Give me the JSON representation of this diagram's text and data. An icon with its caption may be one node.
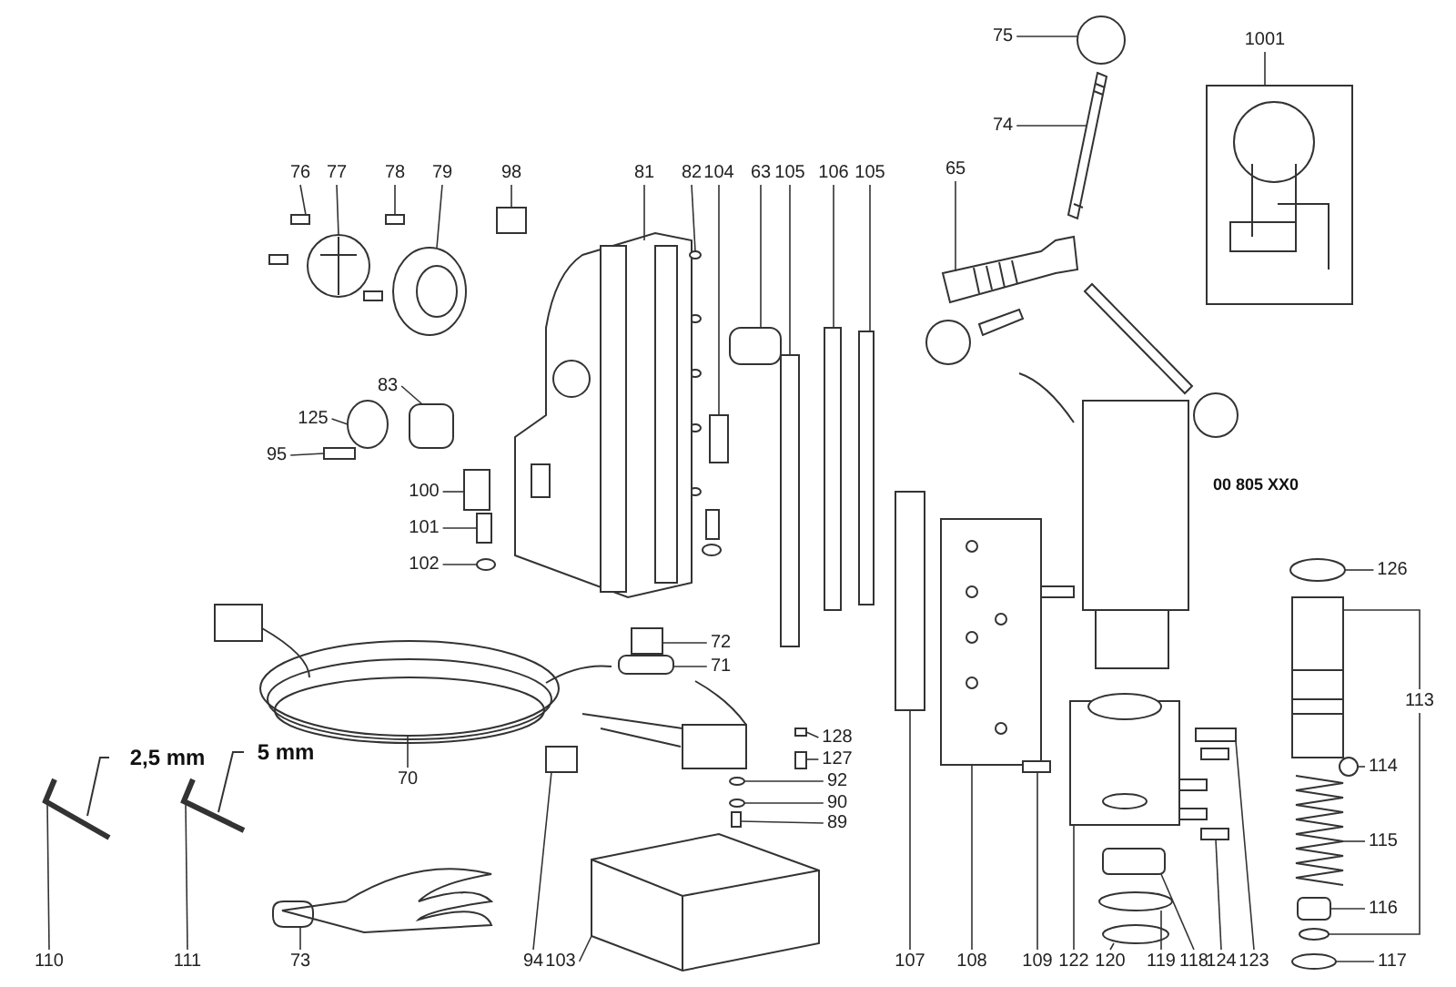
{
  "diagram": {
    "nodes": [
      {
        "text": [
          "76"
        ]
      },
      {
        "text": [
          "77"
        ]
      },
      {
        "text": [
          "78"
        ]
      },
      {
        "text": [
          "79"
        ]
      },
      {
        "text": [
          "98"
        ]
      },
      {
        "text": [
          "81"
        ]
      },
      {
        "text": [
          "82"
        ]
      },
      {
        "text": [
          "104"
        ]
      },
      {
        "text": [
          "63"
        ]
      },
      {
        "text": [
          "105"
        ]
      },
      {
        "text": [
          "106"
        ]
      },
      {
        "text": [
          "105"
        ]
      },
      {
        "text": [
          "75"
        ]
      },
      {
        "text": [
          "74"
        ]
      },
      {
        "text": [
          "65"
        ]
      },
      {
        "text": [
          "1001"
        ]
      },
      {
        "text": [
          "83"
        ]
      },
      {
        "text": [
          "125"
        ]
      },
      {
        "text": [
          "95"
        ]
      },
      {
        "text": [
          "100"
        ]
      },
      {
        "text": [
          "101"
        ]
      },
      {
        "text": [
          "102"
        ]
      },
      {
        "text": [
          "126"
        ]
      },
      {
        "text": [
          "113"
        ]
      },
      {
        "text": [
          "72"
        ]
      },
      {
        "text": [
          "71"
        ]
      },
      {
        "text": [
          "128"
        ]
      },
      {
        "text": [
          "127"
        ]
      },
      {
        "text": [
          "92"
        ]
      },
      {
        "text": [
          "90"
        ]
      },
      {
        "text": [
          "89"
        ]
      },
      {
        "text": [
          "114"
        ]
      },
      {
        "text": [
          "70"
        ]
      },
      {
        "text": [
          "115"
        ]
      },
      {
        "text": [
          "116"
        ]
      },
      {
        "text": [
          "117"
        ]
      },
      {
        "text": [
          "110"
        ]
      },
      {
        "text": [
          "111"
        ]
      },
      {
        "text": [
          "73"
        ]
      },
      {
        "text": [
          "94"
        ]
      },
      {
        "text": [
          "103"
        ]
      },
      {
        "text": [
          "107"
        ]
      },
      {
        "text": [
          "108"
        ]
      },
      {
        "text": [
          "109"
        ]
      },
      {
        "text": [
          "122"
        ]
      },
      {
        "text": [
          "120"
        ]
      },
      {
        "text": [
          "119"
        ]
      },
      {
        "text": [
          "118"
        ]
      },
      {
        "text": [
          "124"
        ]
      },
      {
        "text": [
          "123"
        ]
      },
      {
        "text": [],
        "shape": "box"
      },
      {
        "text": [],
        "shape": "picture"
      },
      {
        "text": [],
        "shape": "box"
      },
      {
        "text": [],
        "shape": "picture"
      },
      {
        "text": [],
        "shape": "box"
      },
      {
        "text": [],
        "shape": "picture"
      },
      {
        "text": [],
        "shape": "circle"
      },
      {
        "text": [],
        "shape": "box"
      },
      {
        "text": [],
        "shape": "box"
      },
      {
        "text": [],
        "shape": "box"
      },
      {
        "text": [],
        "shape": "box"
      },
      {
        "text": [],
        "shape": "box"
      },
      {
        "text": [],
        "shape": "circle"
      },
      {
        "text": [],
        "shape": "picture"
      },
      {
        "text": [],
        "shape": "picture"
      },
      {
        "text": [],
        "shape": "picture"
      },
      {
        "text": [],
        "shape": "box"
      },
      {
        "text": [],
        "shape": "circle"
      },
      {
        "text": [],
        "shape": "box"
      },
      {
        "text": [],
        "shape": "box"
      },
      {
        "text": [],
        "shape": "box"
      },
      {
        "text": [],
        "shape": "circle"
      },
      {
        "text": [],
        "shape": "circle"
      },
      {
        "text": [],
        "shape": "picture"
      },
      {
        "text": [],
        "shape": "box"
      },
      {
        "text": [],
        "shape": "box"
      },
      {
        "text": [],
        "shape": "box"
      },
      {
        "text": [],
        "shape": "box"
      },
      {
        "text": [],
        "shape": "circle"
      },
      {
        "text": [],
        "shape": "circle"
      },
      {
        "text": [],
        "shape": "box"
      },
      {
        "text": [],
        "shape": "circle"
      },
      {
        "text": [],
        "shape": "picture"
      },
      {
        "text": [],
        "shape": "picture"
      },
      {
        "text": [],
        "shape": "box"
      },
      {
        "text": [],
        "shape": "circle"
      },
      {
        "text": [],
        "shape": "picture"
      },
      {
        "text": [],
        "shape": "picture"
      },
      {
        "text": [],
        "shape": "picture"
      },
      {
        "text": [],
        "shape": "box"
      },
      {
        "text": [],
        "shape": "picture"
      },
      {
        "text": [],
        "shape": "box"
      },
      {
        "text": [],
        "shape": "picture"
      },
      {
        "text": [],
        "shape": "box"
      },
      {
        "text": [],
        "shape": "picture"
      },
      {
        "text": [],
        "shape": "circle"
      },
      {
        "text": [],
        "shape": "circle"
      },
      {
        "text": [],
        "shape": "box"
      },
      {
        "text": [],
        "shape": "box"
      },
      {
        "text": [],
        "shape": "box"
      },
      {
        "text": [],
        "shape": "circle"
      }
    ],
    "edges": [
      {
        "from": 0,
        "to": 50,
        "arrow": "none"
      },
      {
        "from": 1,
        "to": 51,
        "arrow": "none"
      },
      {
        "from": 2,
        "to": 52,
        "arrow": "none"
      },
      {
        "from": 3,
        "to": 53,
        "arrow": "none"
      },
      {
        "from": 4,
        "to": 54,
        "arrow": "none"
      },
      {
        "from": 5,
        "to": 55,
        "arrow": "none"
      },
      {
        "from": 6,
        "to": 56,
        "arrow": "none"
      },
      {
        "from": 7,
        "to": 57,
        "arrow": "none"
      },
      {
        "from": 8,
        "to": 58,
        "arrow": "none"
      },
      {
        "from": 9,
        "to": 59,
        "arrow": "none"
      },
      {
        "from": 10,
        "to": 60,
        "arrow": "none"
      },
      {
        "from": 11,
        "to": 61,
        "arrow": "none"
      },
      {
        "from": 12,
        "to": 62,
        "arrow": "none"
      },
      {
        "from": 13,
        "to": 63,
        "arrow": "none"
      },
      {
        "from": 14,
        "to": 64,
        "arrow": "none"
      },
      {
        "from": 15,
        "to": 65,
        "arrow": "none"
      },
      {
        "from": 16,
        "to": 66,
        "arrow": "none"
      },
      {
        "from": 17,
        "to": 67,
        "arrow": "none"
      },
      {
        "from": 18,
        "to": 68,
        "arrow": "none"
      },
      {
        "from": 19,
        "to": 69,
        "arrow": "none"
      },
      {
        "from": 20,
        "to": 70,
        "arrow": "none"
      },
      {
        "from": 21,
        "to": 71,
        "arrow": "none"
      },
      {
        "from": 22,
        "to": 72,
        "arrow": "none"
      },
      {
        "from": 23,
        "to": 73,
        "arrow": "none"
      },
      {
        "from": 24,
        "to": 74,
        "arrow": "none"
      },
      {
        "from": 25,
        "to": 75,
        "arrow": "none"
      },
      {
        "from": 26,
        "to": 76,
        "arrow": "none"
      },
      {
        "from": 27,
        "to": 77,
        "arrow": "none"
      },
      {
        "from": 28,
        "to": 78,
        "arrow": "none"
      },
      {
        "from": 29,
        "to": 79,
        "arrow": "none"
      },
      {
        "from": 30,
        "to": 80,
        "arrow": "none"
      },
      {
        "from": 31,
        "to": 81,
        "arrow": "none"
      },
      {
        "from": 32,
        "to": 82,
        "arrow": "none"
      },
      {
        "from": 33,
        "to": 83,
        "arrow": "none"
      },
      {
        "from": 34,
        "to": 84,
        "arrow": "none"
      },
      {
        "from": 35,
        "to": 85,
        "arrow": "none"
      },
      {
        "from": 36,
        "to": 86,
        "arrow": "none"
      },
      {
        "from": 37,
        "to": 87,
        "arrow": "none"
      },
      {
        "from": 38,
        "to": 88,
        "arrow": "none"
      },
      {
        "from": 39,
        "to": 89,
        "arrow": "none"
      },
      {
        "from": 40,
        "to": 90,
        "arrow": "none"
      },
      {
        "from": 41,
        "to": 91,
        "arrow": "none"
      },
      {
        "from": 42,
        "to": 92,
        "arrow": "none"
      },
      {
        "from": 43,
        "to": 93,
        "arrow": "none"
      },
      {
        "from": 44,
        "to": 94,
        "arrow": "none"
      },
      {
        "from": 45,
        "to": 95,
        "arrow": "none"
      },
      {
        "from": 46,
        "to": 96,
        "arrow": "none"
      },
      {
        "from": 47,
        "to": 97,
        "arrow": "none"
      },
      {
        "from": 48,
        "to": 98,
        "arrow": "none"
      },
      {
        "from": 49,
        "to": 99,
        "arrow": "none"
      },
      {
        "from": 23,
        "to": 100,
        "arrow": "none"
      }
    ],
    "labels": [
      "00 805 XX0",
      "2,5 mm",
      "5 mm"
    ]
  }
}
